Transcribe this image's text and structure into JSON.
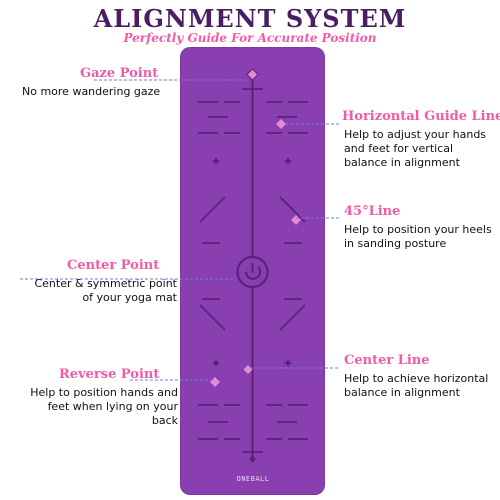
{
  "header": {
    "title": "ALIGNMENT SYSTEM",
    "subtitle": "Perfectly Guide For Accurate Position"
  },
  "colors": {
    "mat": "#8a3fb0",
    "mat_mark": "#5a2277",
    "accent_pink": "#f25aa8",
    "leader_blue": "#6f7bd8",
    "title_purple": "#4b1d63",
    "dot_pink": "#e58bd6"
  },
  "mat": {
    "brand_text": "ONEBALL"
  },
  "callouts": {
    "gaze_point": {
      "title": "Gaze Point",
      "desc": "No more wandering gaze"
    },
    "horizontal_guide_line": {
      "title": "Horizontal Guide Line",
      "desc": "Help to adjust your hands and feet for vertical balance in alignment"
    },
    "line_45": {
      "title": "45°Line",
      "desc": "Help to position your heels in sanding posture"
    },
    "center_point": {
      "title": "Center Point",
      "desc": "Center & symmetric point of your yoga mat"
    },
    "center_line": {
      "title": "Center Line",
      "desc": "Help to achieve horizontal balance in alignment"
    },
    "reverse_point": {
      "title": "Reverse Point",
      "desc": "Help to position hands and feet when lying on your back"
    }
  }
}
